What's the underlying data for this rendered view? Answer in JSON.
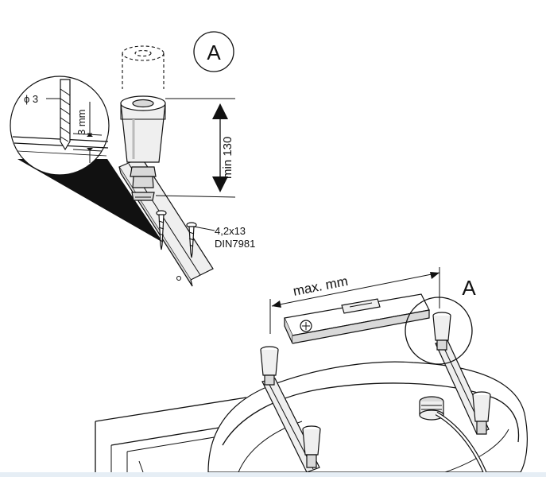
{
  "labels": {
    "detail_letter_top": "A",
    "detail_letter_bottom": "A",
    "drill_diameter": "ϕ 3",
    "drill_depth": "3 mm",
    "min_height": "min 130",
    "screw_size": "4,2x13",
    "screw_standard": "DIN7981",
    "level_distance": "max. mm"
  }
}
